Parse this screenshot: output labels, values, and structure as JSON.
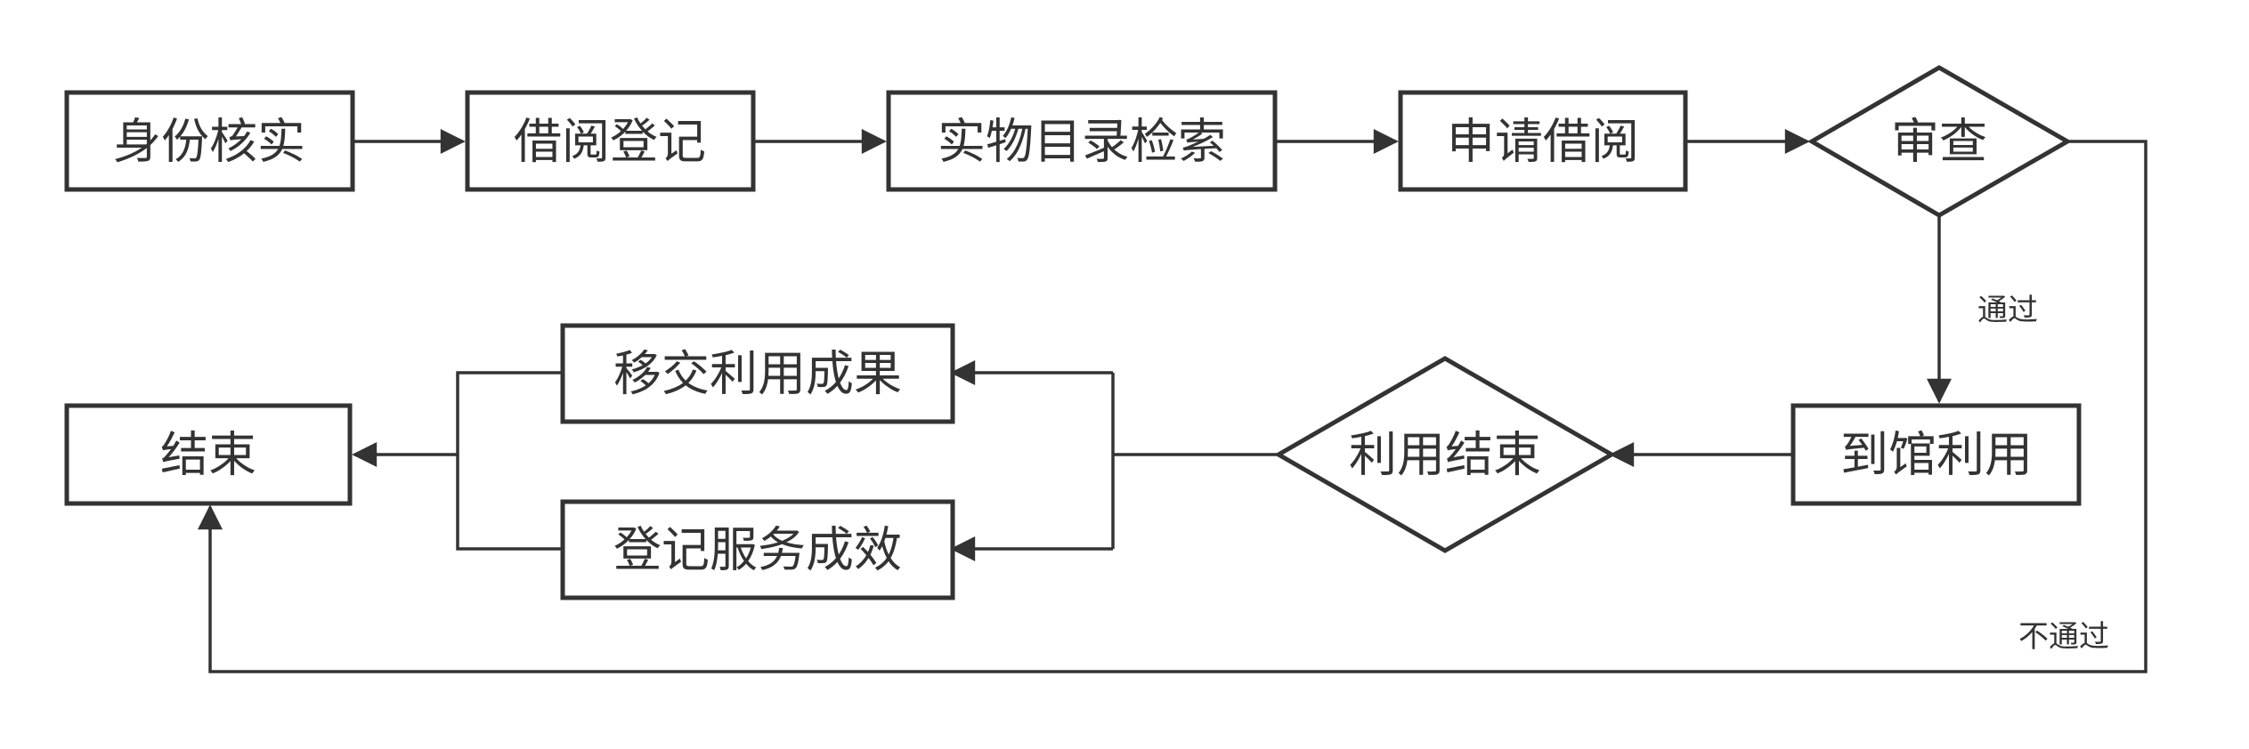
{
  "nodes": {
    "identity": "身份核实",
    "register": "借阅登记",
    "catalog_search": "实物目录检索",
    "apply": "申请借阅",
    "review": "审查",
    "on_site_use": "到馆利用",
    "use_end": "利用结束",
    "transfer_results": "移交利用成果",
    "record_effect": "登记服务成效",
    "end": "结束"
  },
  "edges": {
    "pass": "通过",
    "fail": "不通过"
  }
}
